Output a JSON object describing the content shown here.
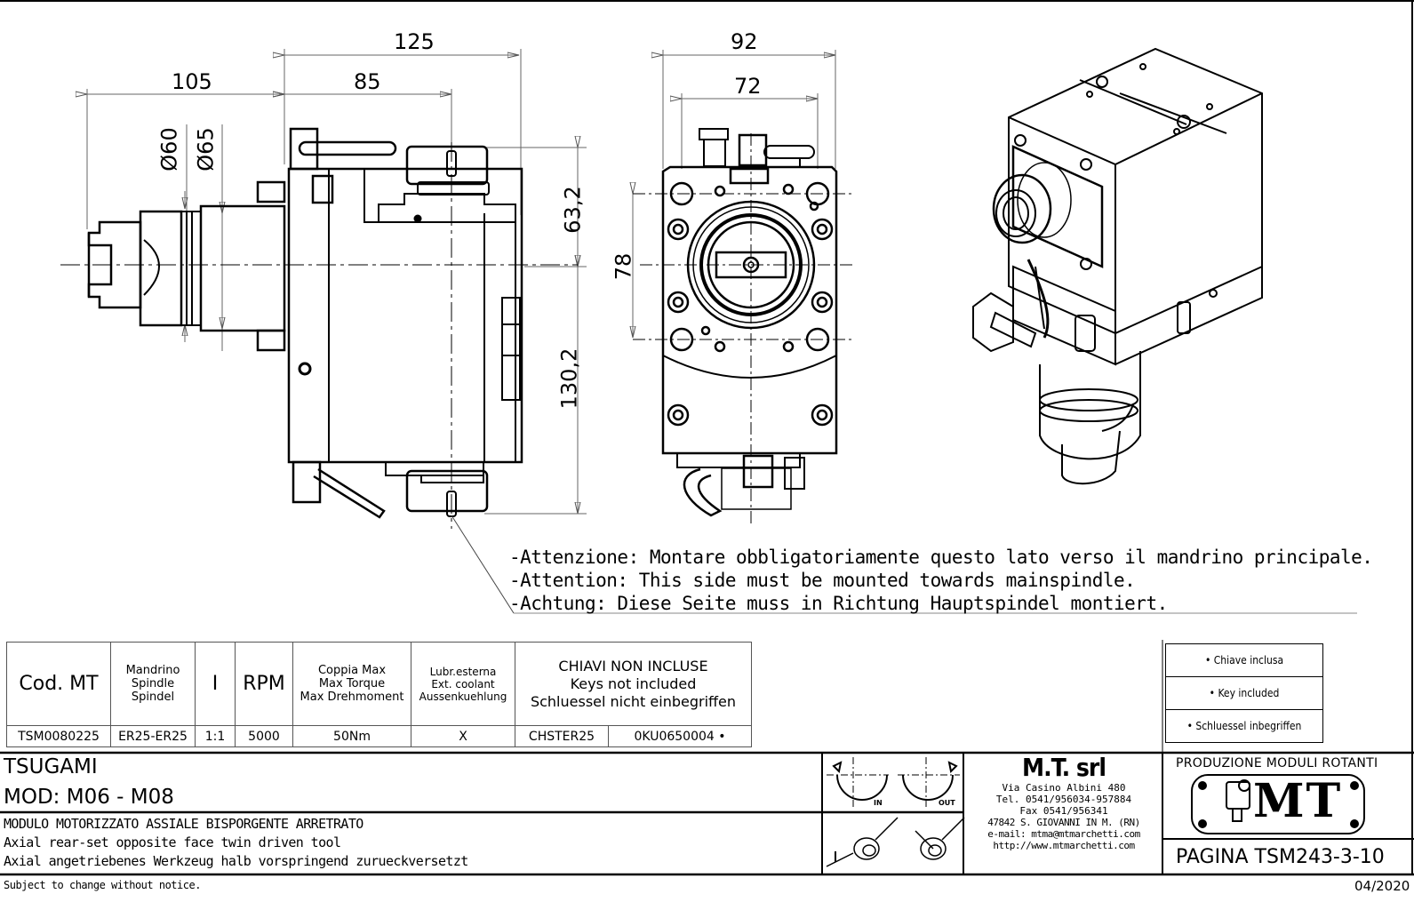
{
  "dimensions": {
    "side_view": {
      "overall_length": "125",
      "rear_length": "105",
      "front_length": "85",
      "diameter_small": "Ø60",
      "diameter_large": "Ø65",
      "height_top": "63,2",
      "height_bottom": "130,2"
    },
    "front_view": {
      "width_outer": "92",
      "width_inner": "72",
      "hole_spacing": "78"
    }
  },
  "notice": {
    "lines": [
      "-Attenzione: Montare obbligatoriamente questo lato verso il mandrino principale.",
      "-Attention: This side must be mounted towards mainspindle.",
      "-Achtung: Diese Seite muss in Richtung Hauptspindel montiert."
    ]
  },
  "spec_table": {
    "headers": {
      "code": "Cod. MT",
      "spindle": [
        "Mandrino",
        "Spindle",
        "Spindel"
      ],
      "ratio": "I",
      "rpm": "RPM",
      "torque": [
        "Coppia Max",
        "Max Torque",
        "Max Drehmoment"
      ],
      "coolant": [
        "Lubr.esterna",
        "Ext. coolant",
        "Aussenkuehlung"
      ],
      "keys": [
        "CHIAVI NON INCLUSE",
        "Keys not included",
        "Schluessel nicht einbegriffen"
      ]
    },
    "row": {
      "code": "TSM0080225",
      "spindle": "ER25-ER25",
      "ratio": "1:1",
      "rpm": "5000",
      "torque": "50Nm",
      "coolant": "X",
      "key1": "CHSTER25",
      "key2": "0KU0650004 •"
    }
  },
  "keys_legend": [
    "• Chiave inclusa",
    "• Key included",
    "• Schluessel inbegriffen"
  ],
  "title_block": {
    "machine": "TSUGAMI",
    "model": "MOD: M06 - M08",
    "description": [
      "MODULO MOTORIZZATO ASSIALE BISPORGENTE ARRETRATO",
      "Axial rear-set opposite face twin driven tool",
      "Axial angetriebenes Werkzeug halb vorspringend zurueckversetzt"
    ],
    "rotation_labels": {
      "in": "IN",
      "out": "OUT"
    },
    "company": {
      "name": "M.T. srl",
      "address": "Via Casino Albini 480",
      "tel": "Tel. 0541/956034-957884",
      "fax": "Fax 0541/956341",
      "city": "47842 S. GIOVANNI IN M. (RN)",
      "email": "e-mail: mtma@mtmarchetti.com",
      "web": "http://www.mtmarchetti.com"
    },
    "logo_caption": "PRODUZIONE MODULI ROTANTI",
    "logo_text": "MT",
    "page": "PAGINA TSM243-3-10"
  },
  "footer": {
    "disclaimer": "Subject to change without notice.",
    "date": "04/2020"
  }
}
